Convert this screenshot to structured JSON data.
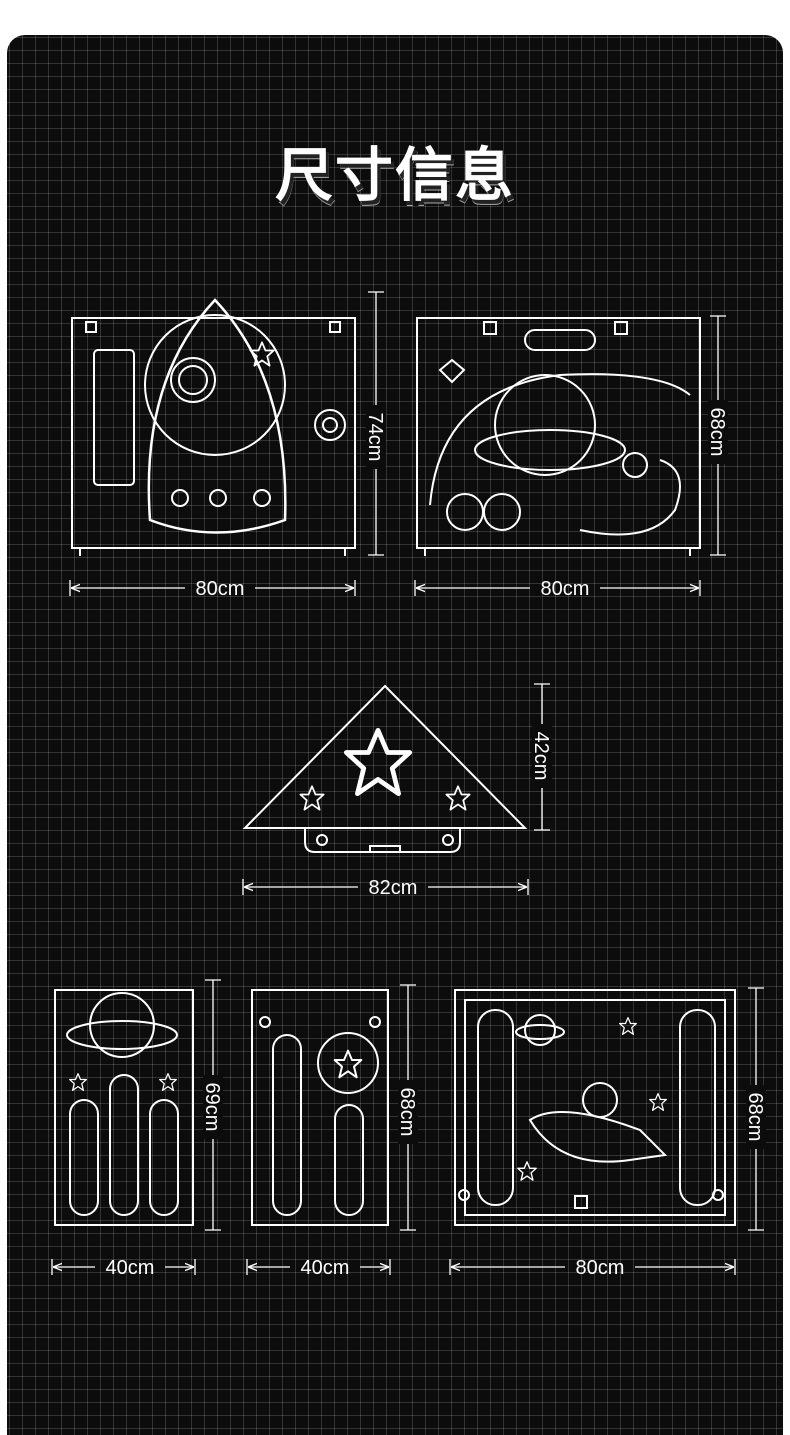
{
  "title": "尺寸信息",
  "panels": [
    {
      "name": "rocket-panel",
      "width": "80cm",
      "height": "74cm"
    },
    {
      "name": "planet-panel",
      "width": "80cm",
      "height": "68cm"
    },
    {
      "name": "corner-triangle-panel",
      "width": "82cm",
      "height": "42cm"
    },
    {
      "name": "narrow-planet-panel",
      "width": "40cm",
      "height": "69cm"
    },
    {
      "name": "narrow-comet-panel",
      "width": "40cm",
      "height": "68cm"
    },
    {
      "name": "astronaut-door-panel",
      "width": "80cm",
      "height": "68cm"
    }
  ]
}
